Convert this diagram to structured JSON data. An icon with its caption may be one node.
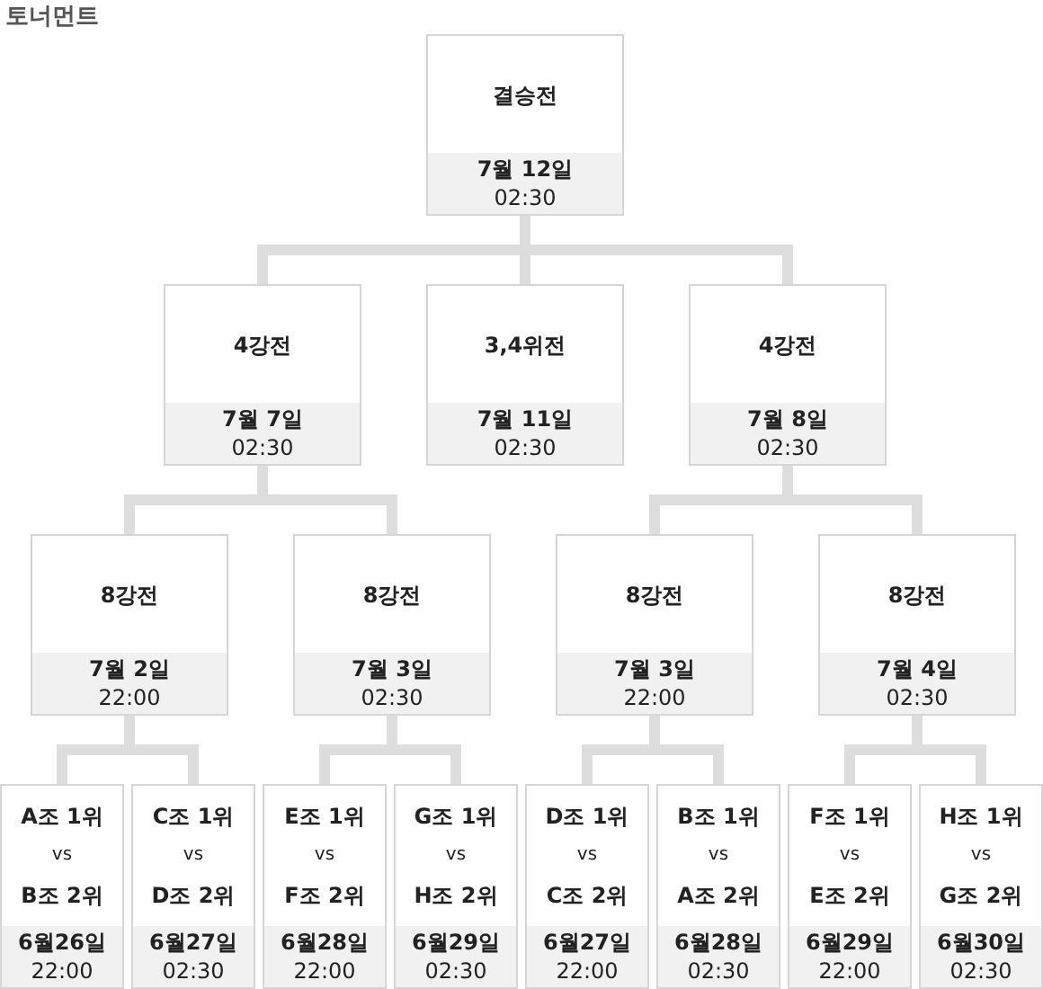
{
  "diagram": {
    "title": "토너먼트",
    "nodes": [
      {
        "text": [
          "결승전",
          "7월 12일",
          "02:30"
        ]
      },
      {
        "text": [
          "4강전",
          "7월 7일",
          "02:30"
        ]
      },
      {
        "text": [
          "3,4위전",
          "7월 11일",
          "02:30"
        ]
      },
      {
        "text": [
          "4강전",
          "7월 8일",
          "02:30"
        ]
      },
      {
        "text": [
          "8강전",
          "7월 2일",
          "22:00"
        ]
      },
      {
        "text": [
          "8강전",
          "7월 3일",
          "02:30"
        ]
      },
      {
        "text": [
          "8강전",
          "7월 3일",
          "22:00"
        ]
      },
      {
        "text": [
          "8강전",
          "7월 4일",
          "02:30"
        ]
      },
      {
        "text": [
          "A조 1위",
          "vs",
          "B조 2위",
          "6월26일",
          "22:00"
        ]
      },
      {
        "text": [
          "C조 1위",
          "vs",
          "D조 2위",
          "6월27일",
          "02:30"
        ]
      },
      {
        "text": [
          "E조 1위",
          "vs",
          "F조 2위",
          "6월28일",
          "22:00"
        ]
      },
      {
        "text": [
          "G조 1위",
          "vs",
          "H조 2위",
          "6월29일",
          "02:30"
        ]
      },
      {
        "text": [
          "D조 1위",
          "vs",
          "C조 2위",
          "6월27일",
          "22:00"
        ]
      },
      {
        "text": [
          "B조 1위",
          "vs",
          "A조 2위",
          "6월28일",
          "02:30"
        ]
      },
      {
        "text": [
          "F조 1위",
          "vs",
          "E조 2위",
          "6월29일",
          "22:00"
        ]
      },
      {
        "text": [
          "H조 1위",
          "vs",
          "G조 2위",
          "6월30일",
          "02:30"
        ]
      }
    ],
    "edges": [
      {
        "from": 0,
        "to": 1,
        "arrow": "none"
      },
      {
        "from": 0,
        "to": 2,
        "arrow": "none"
      },
      {
        "from": 0,
        "to": 3,
        "arrow": "none"
      },
      {
        "from": 1,
        "to": 4,
        "arrow": "none"
      },
      {
        "from": 1,
        "to": 5,
        "arrow": "none"
      },
      {
        "from": 3,
        "to": 6,
        "arrow": "none"
      },
      {
        "from": 3,
        "to": 7,
        "arrow": "none"
      },
      {
        "from": 4,
        "to": 8,
        "arrow": "none"
      },
      {
        "from": 4,
        "to": 9,
        "arrow": "none"
      },
      {
        "from": 5,
        "to": 10,
        "arrow": "none"
      },
      {
        "from": 5,
        "to": 11,
        "arrow": "none"
      },
      {
        "from": 6,
        "to": 12,
        "arrow": "none"
      },
      {
        "from": 6,
        "to": 13,
        "arrow": "none"
      },
      {
        "from": 7,
        "to": 14,
        "arrow": "none"
      },
      {
        "from": 7,
        "to": 15,
        "arrow": "none"
      }
    ]
  }
}
